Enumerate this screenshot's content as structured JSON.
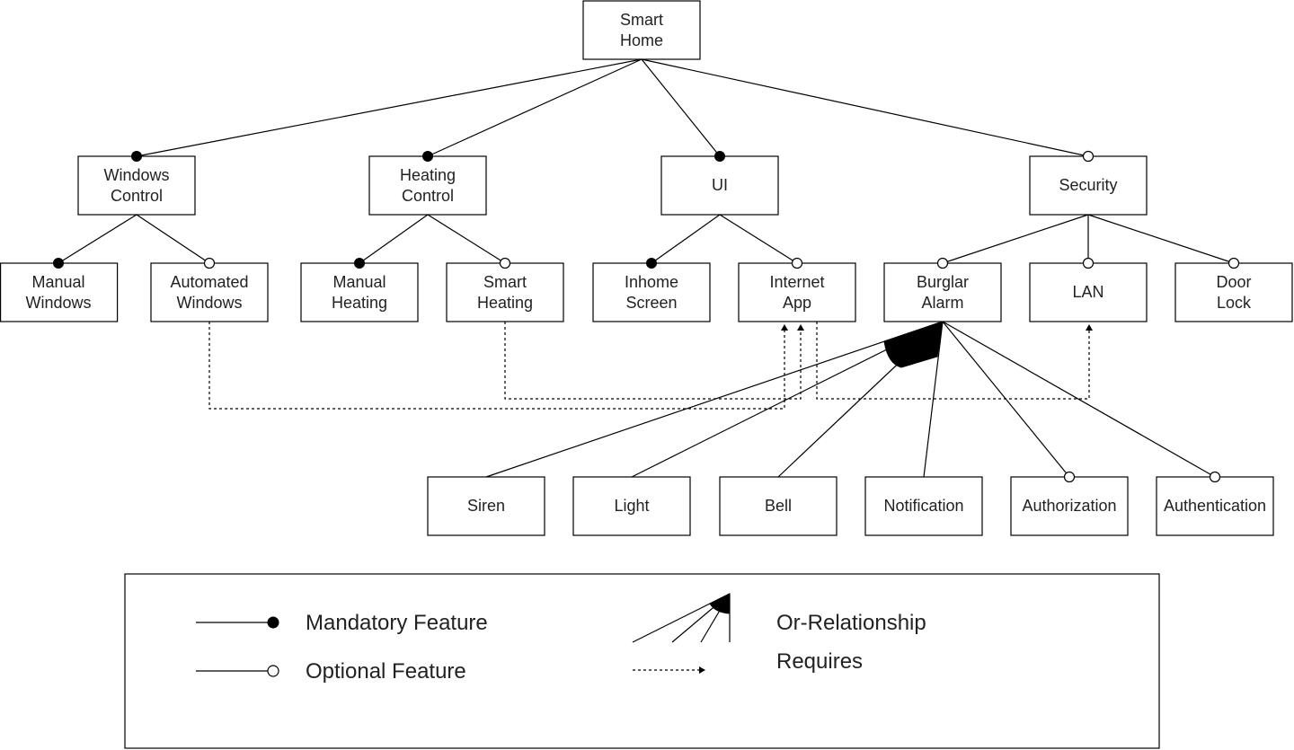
{
  "features": [
    {
      "id": "smart-home",
      "lines": [
        "Smart",
        "Home"
      ]
    },
    {
      "id": "windows-control",
      "lines": [
        "Windows",
        "Control"
      ]
    },
    {
      "id": "heating-control",
      "lines": [
        "Heating",
        "Control"
      ]
    },
    {
      "id": "ui",
      "lines": [
        "UI"
      ]
    },
    {
      "id": "security",
      "lines": [
        "Security"
      ]
    },
    {
      "id": "manual-windows",
      "lines": [
        "Manual",
        "Windows"
      ]
    },
    {
      "id": "automated-windows",
      "lines": [
        "Automated",
        "Windows"
      ]
    },
    {
      "id": "manual-heating",
      "lines": [
        "Manual",
        "Heating"
      ]
    },
    {
      "id": "smart-heating",
      "lines": [
        "Smart",
        "Heating"
      ]
    },
    {
      "id": "inhome-screen",
      "lines": [
        "Inhome",
        "Screen"
      ]
    },
    {
      "id": "internet-app",
      "lines": [
        "Internet",
        "App"
      ]
    },
    {
      "id": "burglar-alarm",
      "lines": [
        "Burglar",
        "Alarm"
      ]
    },
    {
      "id": "lan",
      "lines": [
        "LAN"
      ]
    },
    {
      "id": "door-lock",
      "lines": [
        "Door",
        "Lock"
      ]
    },
    {
      "id": "siren",
      "lines": [
        "Siren"
      ]
    },
    {
      "id": "light",
      "lines": [
        "Light"
      ]
    },
    {
      "id": "bell",
      "lines": [
        "Bell"
      ]
    },
    {
      "id": "notification",
      "lines": [
        "Notification"
      ]
    },
    {
      "id": "authorization",
      "lines": [
        "Authorization"
      ]
    },
    {
      "id": "authentication",
      "lines": [
        "Authentication"
      ]
    }
  ],
  "relations": [
    {
      "parent": "smart-home",
      "child": "windows-control",
      "type": "mandatory"
    },
    {
      "parent": "smart-home",
      "child": "heating-control",
      "type": "mandatory"
    },
    {
      "parent": "smart-home",
      "child": "ui",
      "type": "mandatory"
    },
    {
      "parent": "smart-home",
      "child": "security",
      "type": "optional"
    },
    {
      "parent": "windows-control",
      "child": "manual-windows",
      "type": "mandatory"
    },
    {
      "parent": "windows-control",
      "child": "automated-windows",
      "type": "optional"
    },
    {
      "parent": "heating-control",
      "child": "manual-heating",
      "type": "mandatory"
    },
    {
      "parent": "heating-control",
      "child": "smart-heating",
      "type": "optional"
    },
    {
      "parent": "ui",
      "child": "inhome-screen",
      "type": "mandatory"
    },
    {
      "parent": "ui",
      "child": "internet-app",
      "type": "optional"
    },
    {
      "parent": "security",
      "child": "burglar-alarm",
      "type": "optional"
    },
    {
      "parent": "security",
      "child": "lan",
      "type": "optional"
    },
    {
      "parent": "security",
      "child": "door-lock",
      "type": "optional"
    },
    {
      "parent": "burglar-alarm",
      "child": "siren",
      "type": "or"
    },
    {
      "parent": "burglar-alarm",
      "child": "light",
      "type": "or"
    },
    {
      "parent": "burglar-alarm",
      "child": "bell",
      "type": "or"
    },
    {
      "parent": "burglar-alarm",
      "child": "notification",
      "type": "or"
    },
    {
      "parent": "burglar-alarm",
      "child": "authorization",
      "type": "optional"
    },
    {
      "parent": "burglar-alarm",
      "child": "authentication",
      "type": "optional"
    }
  ],
  "requires": [
    {
      "from": "automated-windows",
      "to": "internet-app"
    },
    {
      "from": "smart-heating",
      "to": "internet-app"
    },
    {
      "from": "internet-app",
      "to": "lan"
    }
  ],
  "legend": {
    "mandatory": "Mandatory Feature",
    "optional": "Optional Feature",
    "or": "Or-Relationship",
    "requires": "Requires"
  }
}
